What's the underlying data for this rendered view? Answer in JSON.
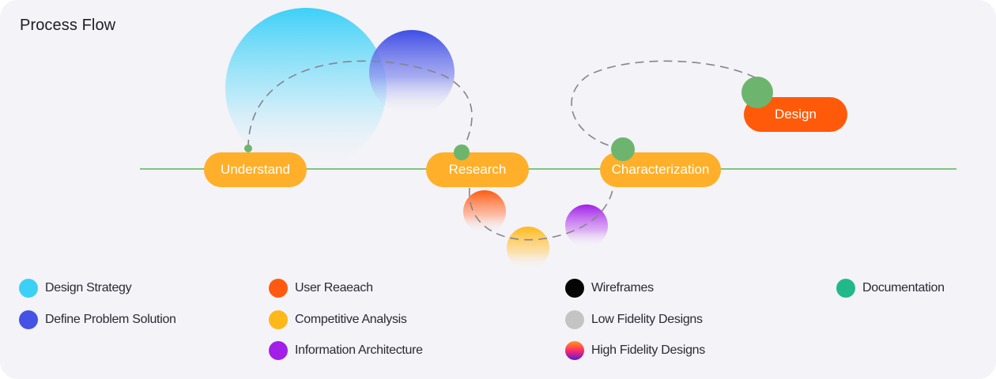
{
  "title": "Process Flow",
  "colors": {
    "line": "#7cc77f",
    "stage": "#ffaf2a",
    "design": "#ff5a0a",
    "node": "#6db56f"
  },
  "stages": {
    "understand": "Understand",
    "research": "Research",
    "characterization": "Characterization",
    "design": "Design"
  },
  "legend": {
    "col1": [
      {
        "label": "Design Strategy",
        "color": "#3dd0f7",
        "icon": "light-blue-dot-icon"
      },
      {
        "label": "Define Problem Solution",
        "color": "#4552e6",
        "icon": "blue-dot-icon"
      }
    ],
    "col2": [
      {
        "label": "User Reaeach",
        "color": "#ff5a0f",
        "icon": "orange-dot-icon"
      },
      {
        "label": "Competitive Analysis",
        "color": "#ffb81a",
        "icon": "yellow-dot-icon"
      },
      {
        "label": "Information Architecture",
        "color": "#a21fe8",
        "icon": "purple-dot-icon"
      }
    ],
    "col3": [
      {
        "label": "Wireframes",
        "color": "#050505",
        "icon": "black-dot-icon"
      },
      {
        "label": "Low Fidelity Designs",
        "color": "#c4c4c4",
        "icon": "grey-dot-icon"
      },
      {
        "label": "High Fidelity Designs",
        "color": "gradient",
        "icon": "gradient-dot-icon"
      }
    ],
    "col4": [
      {
        "label": "Documentation",
        "color": "#22b98a",
        "icon": "green-dot-icon"
      }
    ]
  }
}
